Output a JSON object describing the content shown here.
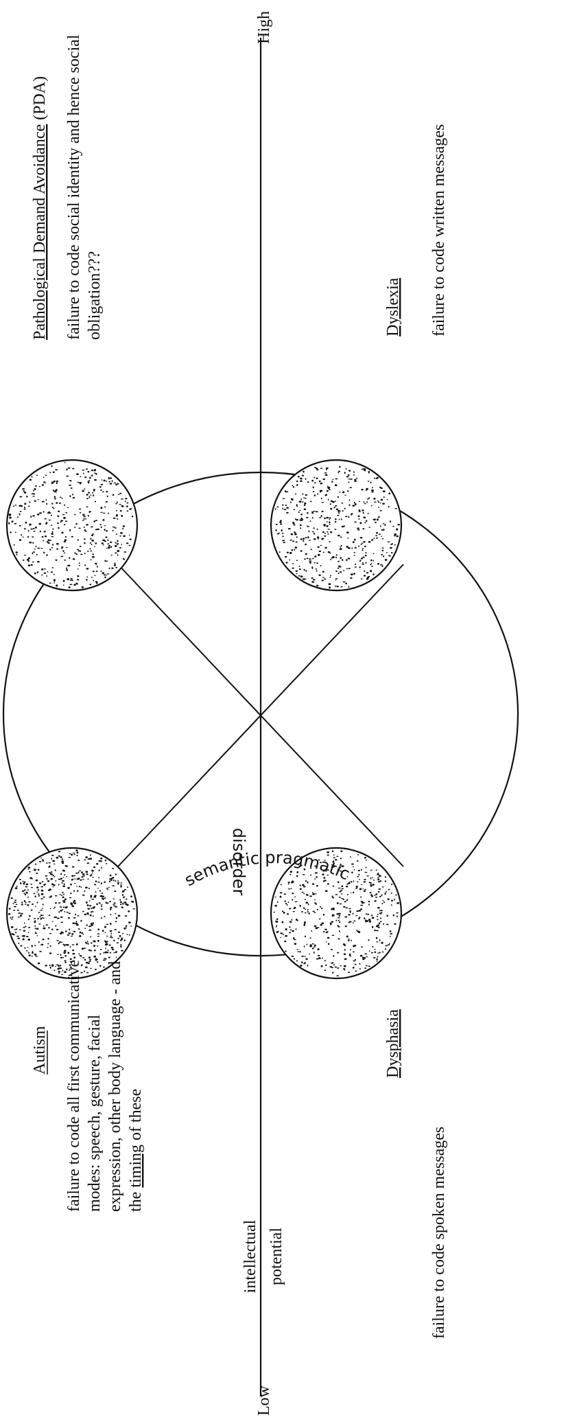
{
  "axis": {
    "low": "Low",
    "high": "High",
    "label_1": "intellectual",
    "label_2": "potential"
  },
  "conditions": {
    "autism": {
      "title": "Autism",
      "desc_lines": [
        "failure to code all first communicative",
        "modes: speech, gesture, facial",
        "expression, other body language - and"
      ],
      "desc_last_prefix": "the ",
      "desc_last_underlined": "timing",
      "desc_last_suffix": " of these"
    },
    "pda": {
      "title": "Pathological Demand Avoidance",
      "title_suffix": " (PDA)",
      "desc_lines": [
        "failure to code social identity and hence social",
        "obligation???"
      ]
    },
    "dysphasia": {
      "title": "Dysphasia",
      "desc": "failure to code spoken messages"
    },
    "dyslexia": {
      "title": "Dyslexia",
      "desc": "failure to code written messages"
    }
  },
  "handwritten": {
    "line1": "semantic pragmatic",
    "line2": "disorder"
  },
  "colors": {
    "ink": "#111111",
    "background": "#ffffff"
  }
}
